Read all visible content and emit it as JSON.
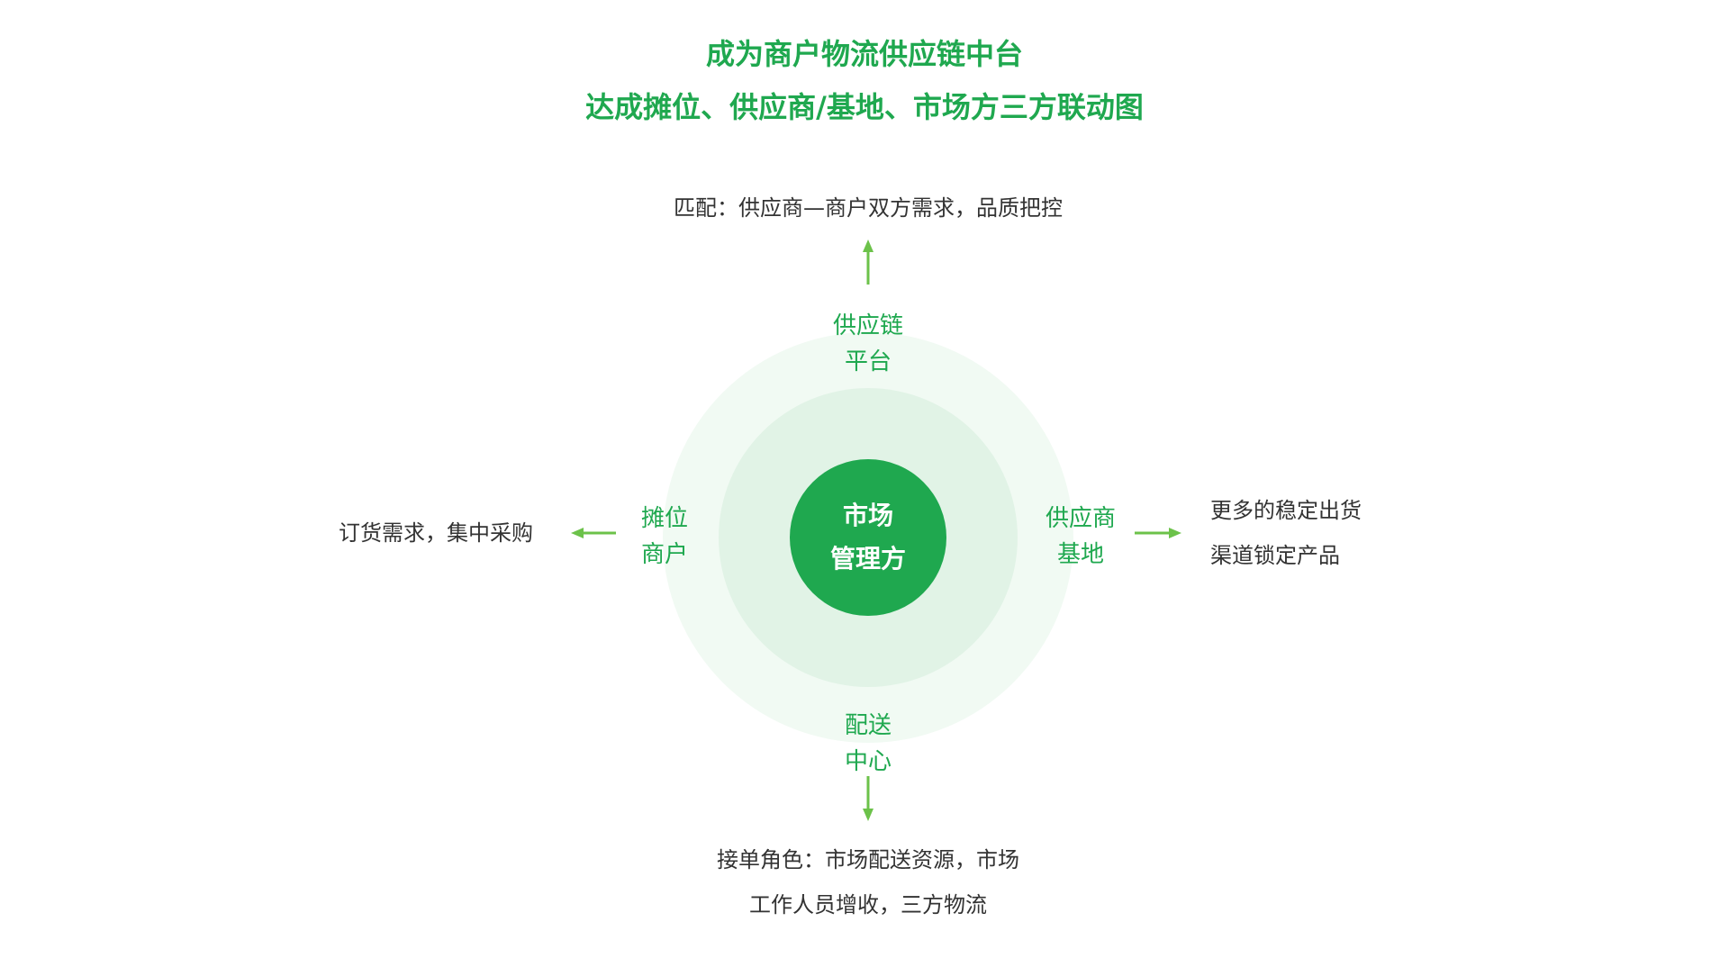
{
  "title": {
    "line1": "成为商户物流供应链中台",
    "line2": "达成摊位、供应商/基地、市场方三方联动图"
  },
  "center": {
    "line1": "市场",
    "line2": "管理方"
  },
  "nodes": {
    "top": {
      "line1": "供应链",
      "line2": "平台"
    },
    "left": {
      "line1": "摊位",
      "line2": "商户"
    },
    "right": {
      "line1": "供应商",
      "line2": "基地"
    },
    "bottom": {
      "line1": "配送",
      "line2": "中心"
    }
  },
  "descriptions": {
    "top": {
      "line1": "匹配：供应商—商户双方需求，品质把控"
    },
    "left": {
      "line1": "订货需求，集中采购"
    },
    "right": {
      "line1": "更多的稳定出货",
      "line2": "渠道锁定产品"
    },
    "bottom": {
      "line1": "接单角色：市场配送资源，市场",
      "line2": "工作人员增收，三方物流"
    }
  },
  "colors": {
    "accent": "#1fa84f",
    "arrow": "#6cc24a",
    "outer_ring": "#f1faf3",
    "inner_ring": "#e1f3e6",
    "text": "#333333"
  }
}
